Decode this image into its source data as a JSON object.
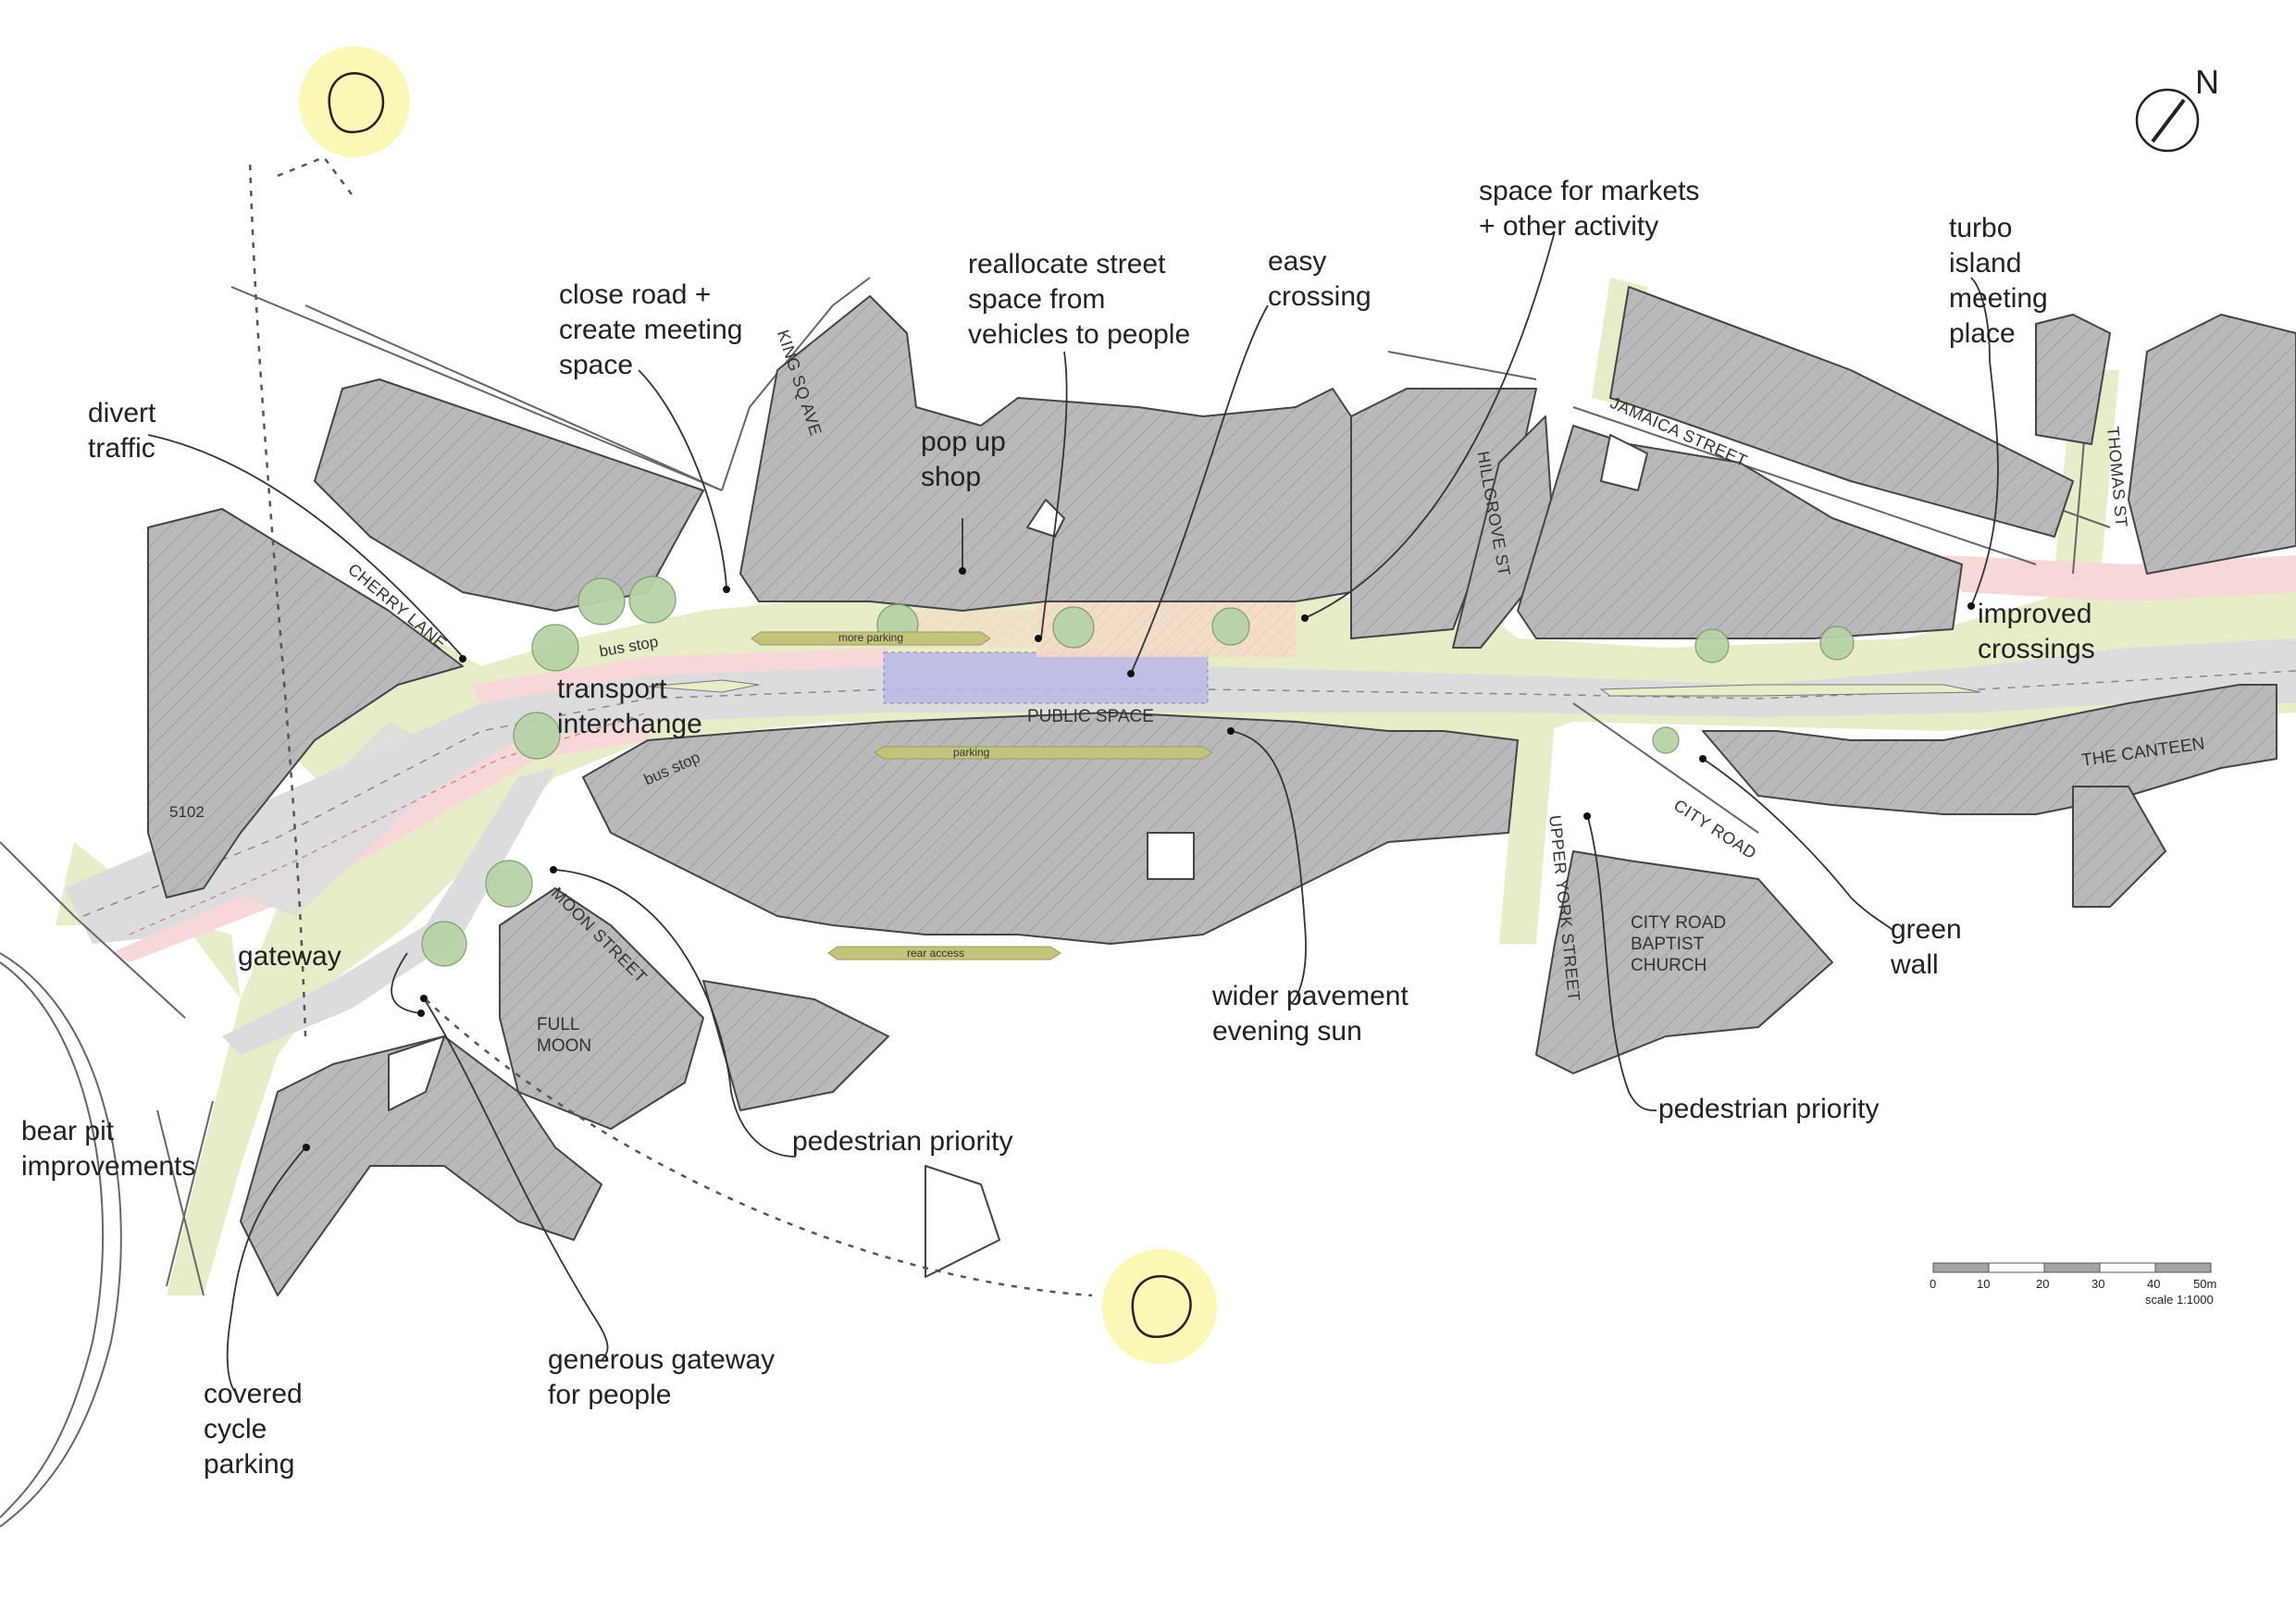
{
  "annotations": {
    "divert_traffic": "divert\ntraffic",
    "close_road": "close road +\ncreate meeting\nspace",
    "reallocate": "reallocate street\nspace from\nvehicles to people",
    "pop_up_shop": "pop up\nshop",
    "easy_crossing": "easy\ncrossing",
    "markets": "space for markets\n+ other activity",
    "turbo_island": "turbo\nisland\nmeeting\nplace",
    "improved_crossings": "improved\ncrossings",
    "transport_interchange": "transport\ninterchange",
    "gateway": "gateway",
    "bear_pit": "bear pit\nimprovements",
    "covered_cycle": "covered\ncycle\nparking",
    "generous_gateway": "generous gateway\nfor people",
    "pedestrian_priority_1": "pedestrian priority",
    "wider_pavement": "wider pavement\nevening sun",
    "pedestrian_priority_2": "pedestrian priority",
    "green_wall": "green\nwall"
  },
  "streets": {
    "king_sq_ave": "KING SQ AVE",
    "cherry_lane": "CHERRY LANE",
    "hillgrove_st": "HILLGROVE ST",
    "jamaica_street": "JAMAICA STREET",
    "thomas_st": "THOMAS ST",
    "moon_street": "MOON STREET",
    "upper_york_street": "UPPER YORK STREET",
    "city_road": "CITY ROAD"
  },
  "places": {
    "public_space": "PUBLIC SPACE",
    "bus_stop_1": "bus stop",
    "bus_stop_2": "bus stop",
    "full_moon": "FULL\nMOON",
    "baptist_church": "CITY ROAD\nBAPTIST\nCHURCH",
    "the_canteen": "THE CANTEEN",
    "building_number": "5102"
  },
  "tags": {
    "more_parking": "more parking",
    "parking": "parking",
    "rear_access": "rear access"
  },
  "north_label": "N",
  "scale": {
    "ticks": [
      "0",
      "10",
      "20",
      "30",
      "40",
      "50m"
    ],
    "ratio": "scale 1:1000"
  },
  "colors": {
    "building": "#b9b9bb",
    "pavement": "#e8ecc9",
    "road": "#dcdcde",
    "bus_lane": "#f6d8d8",
    "public_space": "#b9b9e8",
    "tree": "#b7d2a8",
    "sun": "#fbf7b7",
    "parking_tag": "#c2c47c"
  }
}
